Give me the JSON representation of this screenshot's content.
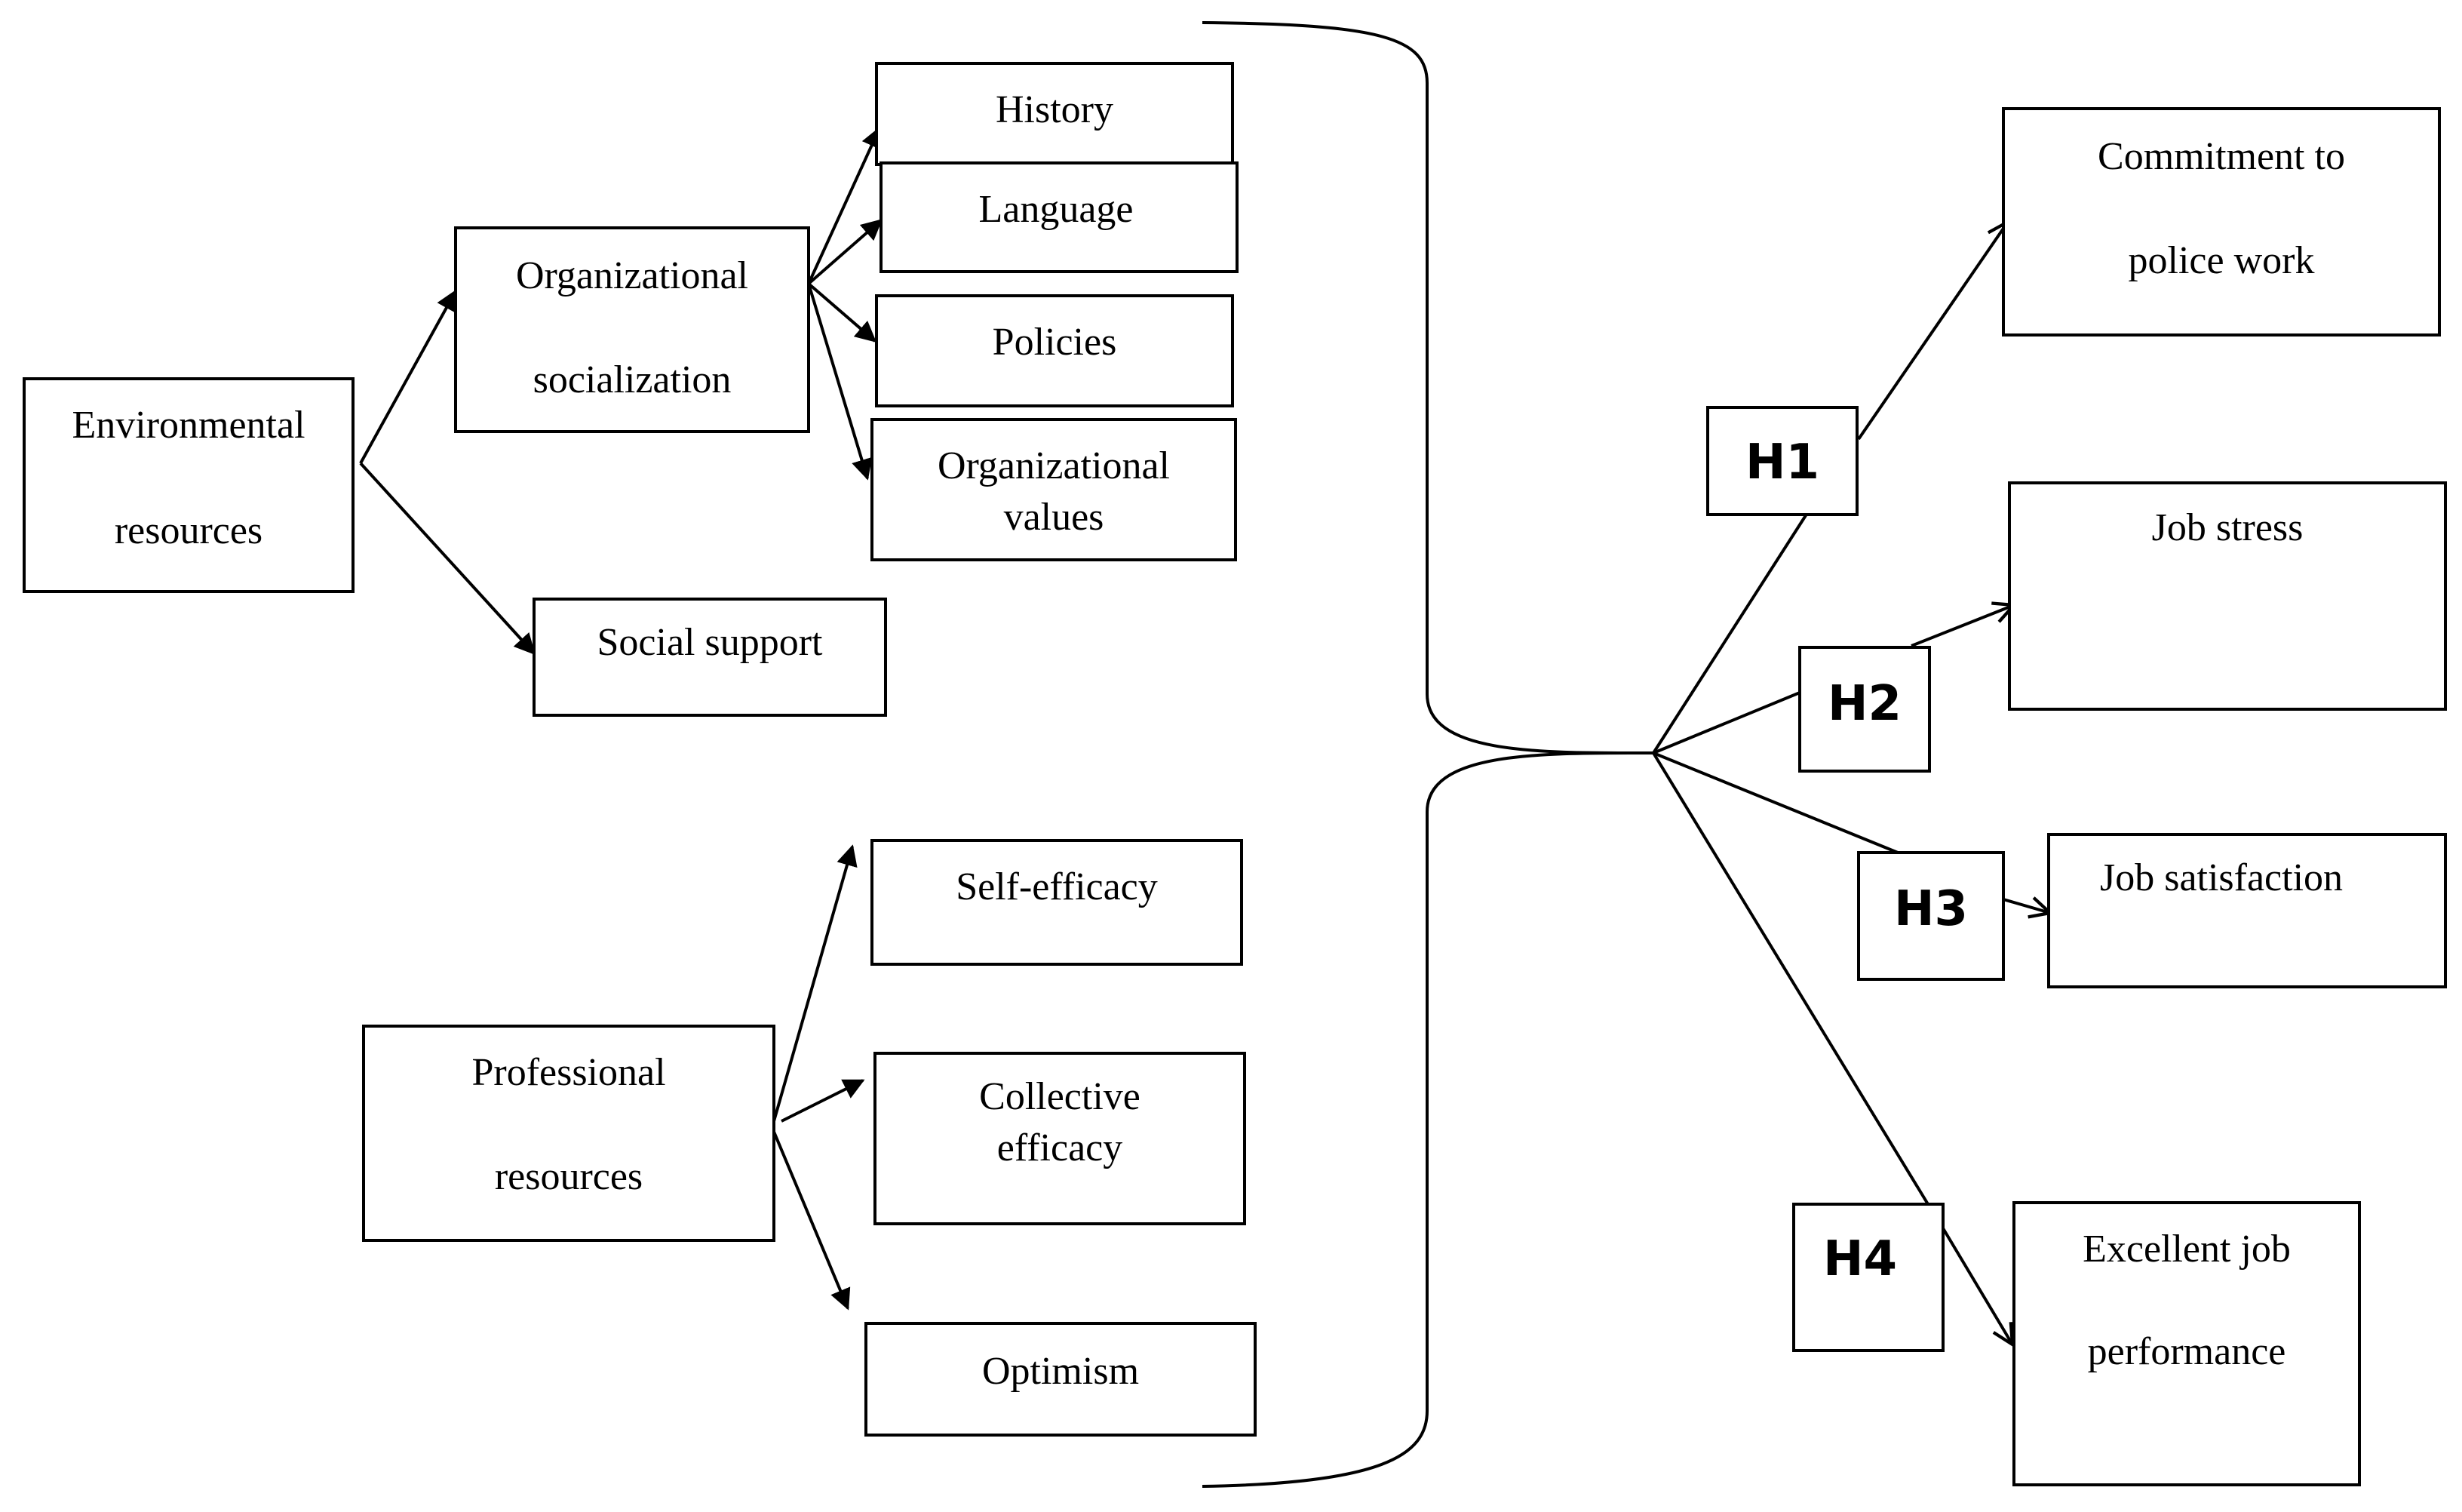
{
  "nodes": {
    "environmental_resources": [
      "Environmental",
      "resources"
    ],
    "organizational_socialization": [
      "Organizational",
      "socialization"
    ],
    "history": "History",
    "language": "Language",
    "policies": "Policies",
    "organizational_values": [
      "Organizational",
      "values"
    ],
    "social_support": "Social support",
    "professional_resources": [
      "Professional",
      "resources"
    ],
    "self_efficacy": "Self-efficacy",
    "collective_efficacy": [
      "Collective",
      "efficacy"
    ],
    "optimism": "Optimism",
    "commitment": [
      "Commitment to",
      "police work"
    ],
    "job_stress": "Job stress",
    "job_satisfaction": "Job satisfaction",
    "excellent_performance": [
      "Excellent job",
      "performance"
    ]
  },
  "hypotheses": {
    "h1": "H1",
    "h2": "H2",
    "h3": "H3",
    "h4": "H4"
  }
}
